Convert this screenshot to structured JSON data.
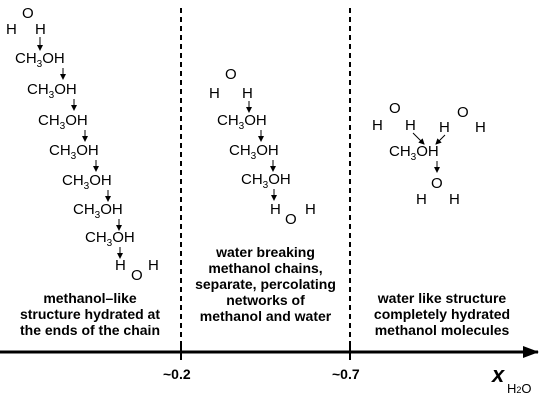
{
  "colors": {
    "ink": "#000000",
    "background": "#ffffff"
  },
  "molecules": {
    "methanol_label": "CH",
    "methanol_sub": "3",
    "methanol_rest": "OH",
    "water_h": "H",
    "water_o": "O"
  },
  "regions": {
    "left": {
      "line1": "methanol–like",
      "line2": "structure hydrated at",
      "line3": "the ends of the chain"
    },
    "middle": {
      "line1": "water breaking",
      "line2": "methanol chains,",
      "line3": "separate, percolating",
      "line4": "networks of",
      "line5": "methanol and water"
    },
    "right": {
      "line1": "water like structure",
      "line2": "completely hydrated",
      "line3": "methanol molecules"
    }
  },
  "axis": {
    "variable": "x",
    "subscript_main": "H",
    "subscript_num": "2",
    "subscript_end": "O",
    "ticks": [
      "~0.2",
      "~0.7"
    ]
  }
}
